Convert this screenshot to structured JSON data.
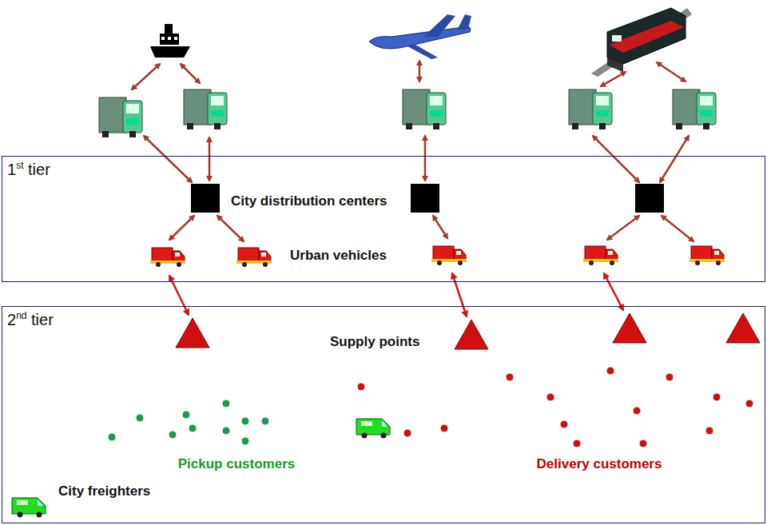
{
  "diagram": {
    "nodes": [
      {
        "text": [
          "1st tier"
        ]
      },
      {
        "text": [
          "2nd tier"
        ]
      }
    ],
    "labels": [
      "City distribution centers",
      "Urban vehicles",
      "Supply points",
      "Pickup customers",
      "Delivery customers",
      "City freighters"
    ]
  }
}
